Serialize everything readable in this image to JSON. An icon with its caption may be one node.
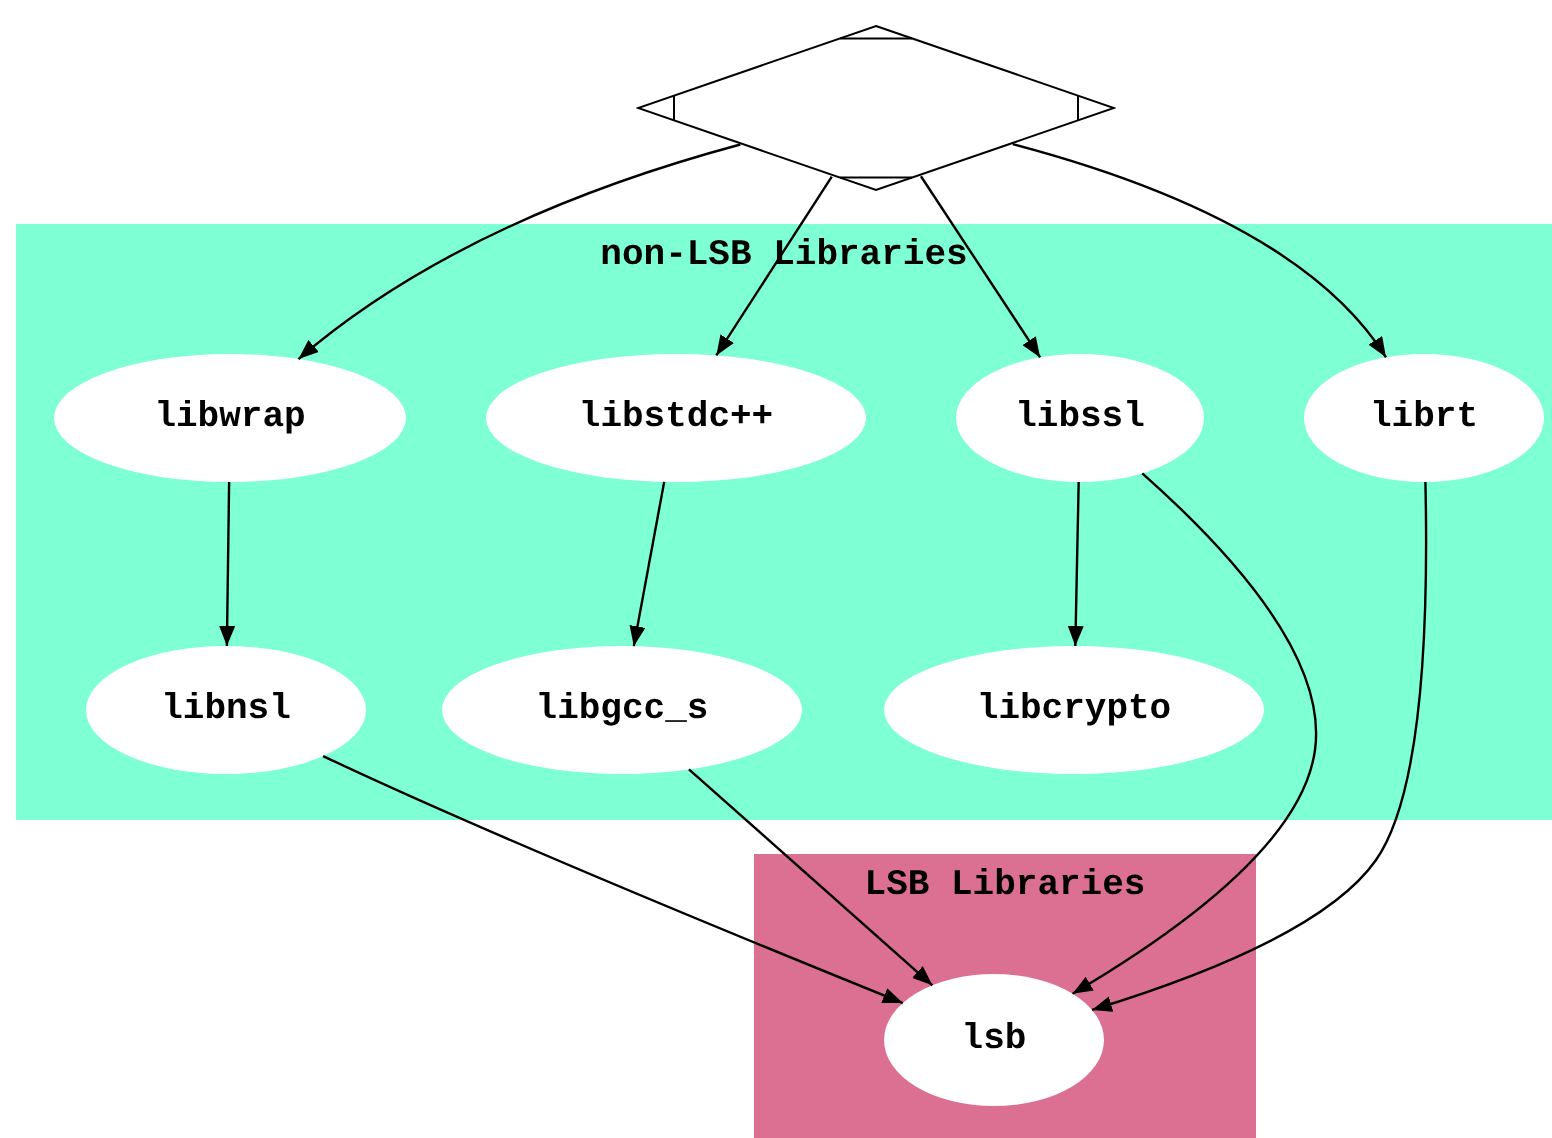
{
  "diagram": {
    "nodes": [
      {
        "text": [],
        "shape": "diamond"
      },
      {
        "text": [
          "non-LSB Libraries"
        ]
      },
      {
        "text": [
          "libwrap"
        ],
        "in": 1
      },
      {
        "text": [
          "libstdc++"
        ],
        "in": 1
      },
      {
        "text": [
          "libssl"
        ],
        "in": 1
      },
      {
        "text": [
          "librt"
        ],
        "in": 1
      },
      {
        "text": [
          "libnsl"
        ],
        "in": 1
      },
      {
        "text": [
          "libgcc_s"
        ],
        "in": 1
      },
      {
        "text": [
          "libcrypto"
        ],
        "in": 1
      },
      {
        "text": [
          "LSB Libraries"
        ]
      },
      {
        "text": [
          "lsb"
        ],
        "in": 9
      }
    ],
    "edges": [
      {
        "from": 0,
        "to": 2,
        "arrow": "to"
      },
      {
        "from": 0,
        "to": 3,
        "arrow": "to"
      },
      {
        "from": 0,
        "to": 4,
        "arrow": "to"
      },
      {
        "from": 0,
        "to": 5,
        "arrow": "to"
      },
      {
        "from": 2,
        "to": 6,
        "arrow": "to"
      },
      {
        "from": 3,
        "to": 7,
        "arrow": "to"
      },
      {
        "from": 4,
        "to": 8,
        "arrow": "to"
      },
      {
        "from": 4,
        "to": 10,
        "arrow": "to"
      },
      {
        "from": 5,
        "to": 10,
        "arrow": "to"
      },
      {
        "from": 6,
        "to": 10,
        "arrow": "to"
      },
      {
        "from": 7,
        "to": 10,
        "arrow": "to"
      }
    ]
  }
}
